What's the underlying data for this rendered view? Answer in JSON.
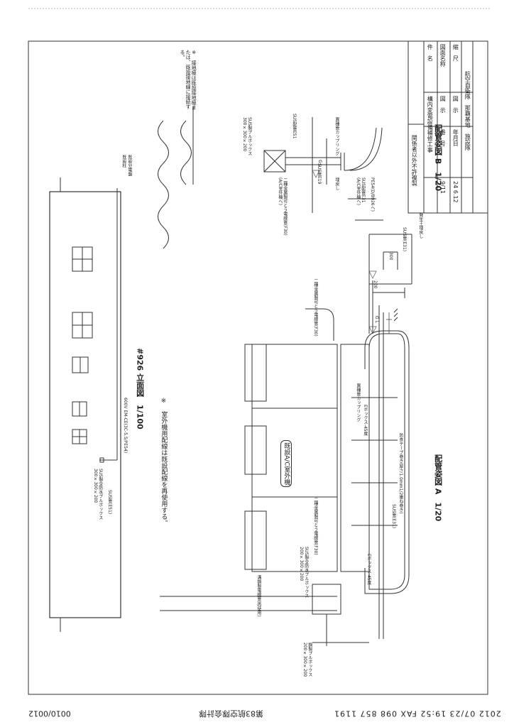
{
  "header": {
    "fax_line": "2012 07/23 19:52 FAX  098 857 1191",
    "sender": "第83航空隊会計隊",
    "page_counter": "0010/0012"
  },
  "title_block": {
    "confidential": "関係者以外不許複製",
    "project_label": "件　名",
    "project_name": "構内変電設備補修工事",
    "drawing_title_label": "図面名称",
    "drawing_title_value": "図　示",
    "number_label": "番　号",
    "number_value": "9/11",
    "scale_label": "縮　尺",
    "scale_value": "図　示",
    "date_label": "年月日",
    "date_value": "24 6.12",
    "org": "航空自衛隊　那覇基地　施設隊"
  },
  "elevation": {
    "title": "#926 立面図　1/100",
    "note": "※　室外機用配線は既設配線を再使用する。",
    "label_pullbox": "SUS製全防水プルボックス\n300×300×200",
    "label_sus_e51": "SUS管(E51)",
    "label_cable": "600V EM-CE(3C-5.5/PE54)",
    "label_right1": "既設柱",
    "label_right2": "既設分電盤"
  },
  "piping_a": {
    "title": "配管姿図 A　1/20",
    "unit_label": "既設A/C室外機",
    "label_flex_top": "二種金属製可とう電線管(F30)",
    "label_flex_mid": "二種金属製可とう電線管(F30)",
    "label_fitting": "異種管カップリング",
    "label_elbow45_top": "Eボックス-45度",
    "label_elbow45_bottom": "Eボックス-45度",
    "label_sus_e31": "SUS管(E31)",
    "label_tape": "防食テープ巻き(厚さ1.0mm1/2重ね巻き)",
    "label_pullbox": "SUS製全防水プルボックス\n200×300×200",
    "label_existing": "溝鋼製電線管(再使用)",
    "label_steel_box": "鋼製プルボックス\n200×300×200",
    "gl": "G L"
  },
  "piping_b": {
    "title": "配管姿図 B　1/20",
    "label_pullbox": "SUS製プルボックス\n300×300×200",
    "label_sus_e51": "SUS配管E51",
    "label_fitting": "異種管カップリング",
    "label_e19": "SUS管E19",
    "label_flex": "二種金属製可とう電線管(F30)\n(A/C室外機へ)",
    "label_sus_e31": "SUS配管E31\n(A/C室外機へ)",
    "label_pe54": "PE54(D/B926へ)",
    "label_backfill": "埋戻し",
    "label_ground": "発生土埋戻し",
    "label_sus_e31b": "SUS管(E31)",
    "note": "※　接地極は既設接地極または、既設接地線に接続する。",
    "gl": "G L",
    "dim_300": "300",
    "dim_200": "200"
  }
}
